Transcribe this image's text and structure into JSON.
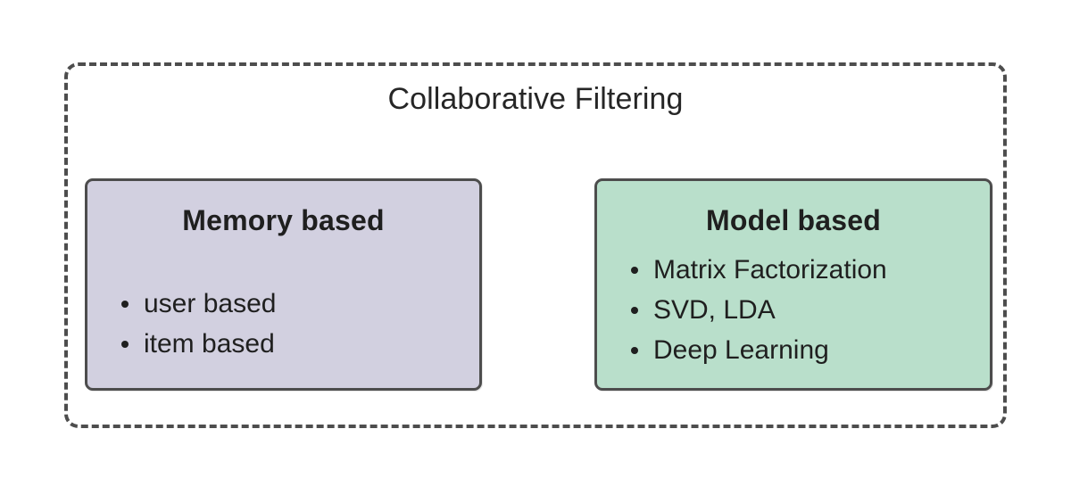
{
  "diagram": {
    "background_color": "#ffffff",
    "border_color": "#4d4d4d",
    "text_color": "#1f1f1f",
    "title_color": "#262626",
    "group": {
      "title": "Collaborative Filtering",
      "border_style": "dashed",
      "border_color": "#4d4d4d"
    },
    "cards": [
      {
        "id": "memory-based",
        "title": "Memory based",
        "fill_color": "#d2d0e0",
        "border_color": "#4d4d4d",
        "items": [
          "user based",
          "item based"
        ]
      },
      {
        "id": "model-based",
        "title": "Model based",
        "fill_color": "#b9dfcb",
        "border_color": "#4d4d4d",
        "items": [
          "Matrix Factorization",
          "SVD, LDA",
          "Deep Learning"
        ]
      }
    ]
  }
}
